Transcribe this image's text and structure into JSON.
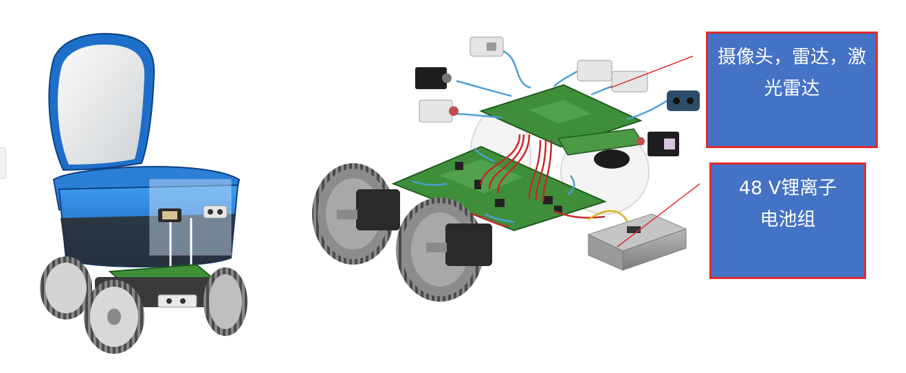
{
  "callouts": {
    "sensors": "摄像头，雷达，激光雷达",
    "battery_line1": "48 V锂离子",
    "battery_line2": "电池组"
  },
  "colors": {
    "callout_fill": "#4472c4",
    "callout_border": "#e02b2b",
    "pcb_green": "#3f8f3a",
    "robot_blue": "#1f78d1",
    "wire_red": "#c62828"
  }
}
